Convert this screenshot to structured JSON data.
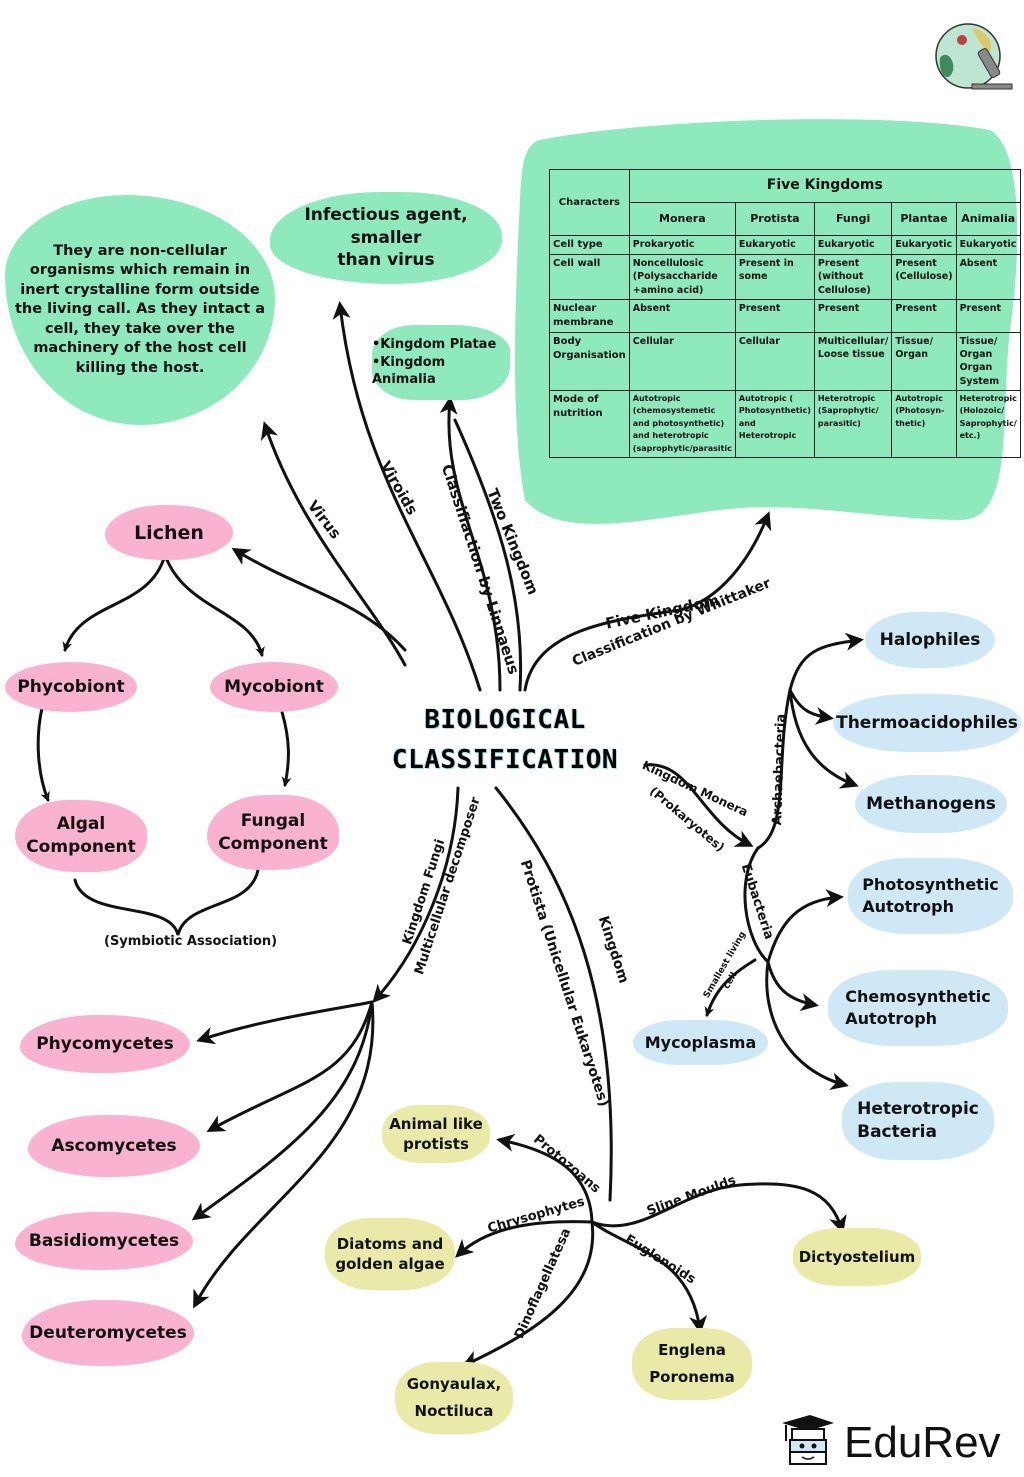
{
  "title": {
    "line1": "BIOLOGICAL",
    "line2": "CLASSIFICATION"
  },
  "colors": {
    "green": "#8eeabd",
    "pink": "#f9b3d1",
    "blue": "#cfe8f5",
    "yellow": "#eaeaa8",
    "line": "#111111"
  },
  "top_branches": {
    "virus": {
      "label": "Virus",
      "description": "They are non-cellular\norganisms which remain in\ninert crystalline form outside\nthe living call. As they intact a\ncell, they take over the\nmachinery of the host cell\nkilling the host."
    },
    "viroids": {
      "label": "Viroids",
      "description": "Infectious agent, smaller\nthan virus"
    },
    "two_kingdom": {
      "label_top": "Two Kingdom",
      "label_bottom": "Classifiaction by Linnaeus",
      "items": "•Kingdom Platae\n•Kingdom Animalia"
    },
    "five_kingdom": {
      "label_top": "Five Kingdom",
      "label_bottom": "Classification by Whittaker"
    }
  },
  "five_kingdom_table": {
    "characters_header": "Characters",
    "group_header": "Five Kingdoms",
    "columns": [
      "Monera",
      "Protista",
      "Fungi",
      "Plantae",
      "Animalia"
    ],
    "rows": [
      {
        "label": "Cell type",
        "values": [
          "Prokaryotic",
          "Eukaryotic",
          "Eukaryotic",
          "Eukaryotic",
          "Eukaryotic"
        ]
      },
      {
        "label": "Cell wall",
        "values": [
          "Noncellulosic (Polysaccharide +amino acid)",
          "Present in some",
          "Present (without Cellulose)",
          "Present (Cellulose)",
          "Absent"
        ]
      },
      {
        "label": "Nuclear membrane",
        "values": [
          "Absent",
          "Present",
          "Present",
          "Present",
          "Present"
        ]
      },
      {
        "label": "Body Organisation",
        "values": [
          "Cellular",
          "Cellular",
          "Multicellular/ Loose tissue",
          "Tissue/ Organ",
          "Tissue/ Organ Organ System"
        ]
      },
      {
        "label": "Mode of nutrition",
        "values": [
          "Autotropic (chemosystemetic and photosynthetic) and heterotropic (saprophytic/parasitic",
          "Autotropic ( Photosynthetic) and Heterotropic",
          "Heterotropic (Saprophytic/ parasitic)",
          "Autotropic (Photosyn-thetic)",
          "Heterotropic (Holozoic/ Saprophytic/ etc.)"
        ]
      }
    ]
  },
  "lichen": {
    "root": "Lichen",
    "phycobiont": "Phycobiont",
    "mycobiont": "Mycobiont",
    "algal": "Algal\nComponent",
    "fungal": "Fungal\nComponent",
    "association": "(Symbiotic Association)"
  },
  "monera": {
    "label_top": "Kingdom Monera",
    "label_bottom": "(Prokaryotes)",
    "archaebacteria": {
      "label": "Archaebacteria",
      "children": [
        "Halophiles",
        "Thermoacidophiles",
        "Methanogens"
      ]
    },
    "eubacteria": {
      "label": "Eubacteria",
      "children": [
        "Photosynthetic\nAutotroph",
        "Chemosynthetic\nAutotroph",
        "Heterotropic\nBacteria"
      ]
    },
    "mycoplasma": {
      "label_top": "Smallest living",
      "label_bottom": "cell",
      "node": "Mycoplasma"
    }
  },
  "fungi": {
    "label_top": "Kingdom Fungi",
    "label_bottom": "Multicellular decomposer",
    "children": [
      "Phycomycetes",
      "Ascomycetes",
      "Basidiomycetes",
      "Deuteromycetes"
    ]
  },
  "protista": {
    "label_top": "Kingdom",
    "label_bottom": "Protista (Unicellular Eukaryotes)",
    "branches": [
      {
        "label": "Protozoans",
        "node": "Animal like\nprotists"
      },
      {
        "label": "Chrysophytes",
        "node": "Diatoms and\ngolden algae"
      },
      {
        "label": "Dinoflagellatesa",
        "node": "Gonyaulax,\nNoctiluca"
      },
      {
        "label": "Euglenoids",
        "node": "Englena\nPoronema"
      },
      {
        "label": "Sline Moulds",
        "node": "Dictyostelium"
      }
    ]
  },
  "branding": {
    "logo_text": "EduRev",
    "mascot_icon": "graduation-cap-book-icon",
    "corner_icon": "microscope-globe-icon"
  }
}
